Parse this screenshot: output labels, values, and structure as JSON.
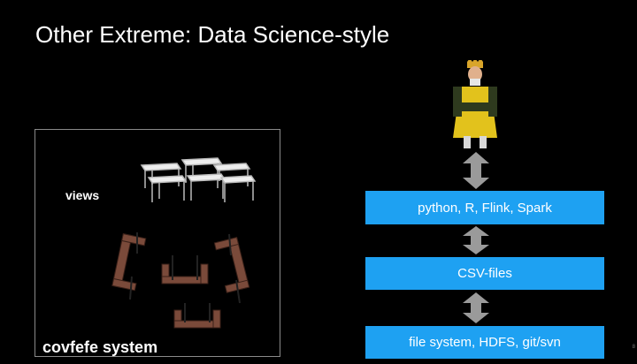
{
  "slide": {
    "title": "Other Extreme: Data Science-style",
    "page_number": "8"
  },
  "left_panel": {
    "views_label": "views",
    "system_label": "covfefe system"
  },
  "stack": {
    "layers": [
      "python, R, Flink, Spark",
      "CSV-files",
      "file system, HDFS, git/svn"
    ]
  },
  "icons": {
    "user": "king-figure-icon",
    "views": "tables-icon",
    "system": "clamps-icon",
    "connector": "double-arrow-icon"
  },
  "colors": {
    "background": "#000000",
    "stack_box": "#1ea1f2",
    "arrow": "#9a9a9a"
  }
}
